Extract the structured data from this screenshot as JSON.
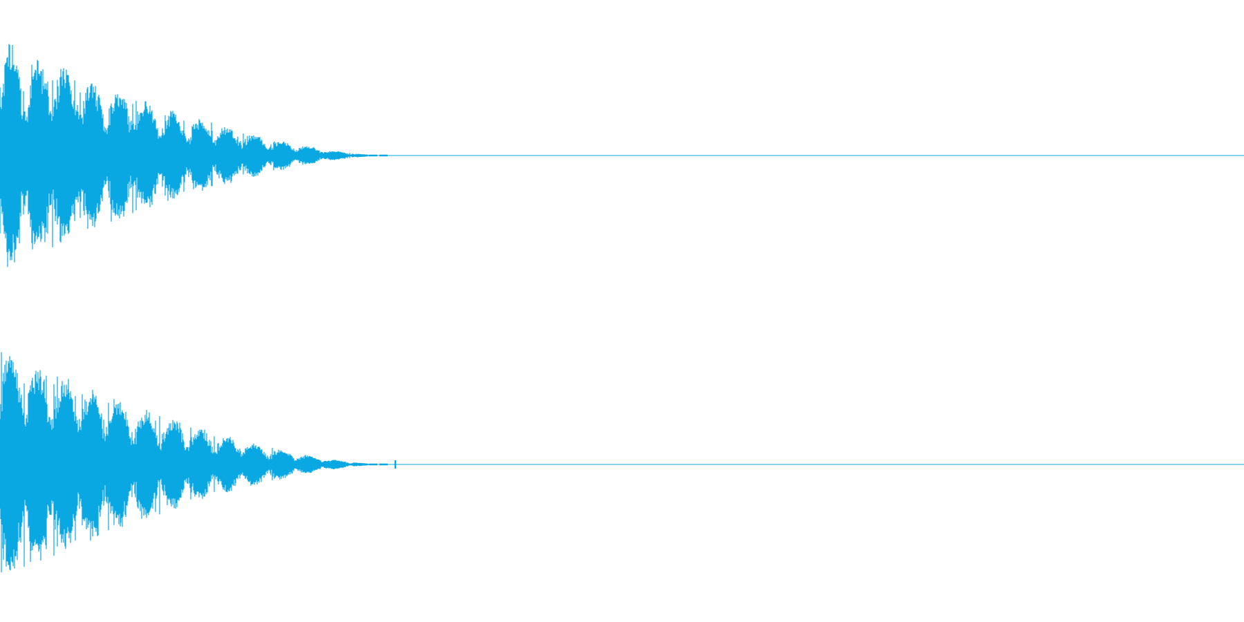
{
  "waveform": {
    "color": "#0aa8e2",
    "channels": [
      {
        "id": "left",
        "peak_amplitude": 0.92
      },
      {
        "id": "right",
        "peak_amplitude": 0.92
      }
    ]
  }
}
